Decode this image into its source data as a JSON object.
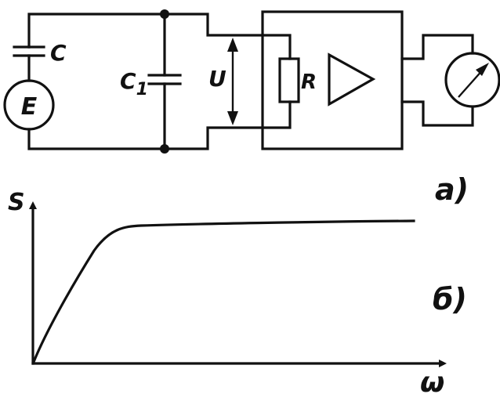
{
  "circuit": {
    "capacitor_C_label": "C",
    "source_label": "E",
    "capacitor_C1_label": "C",
    "capacitor_C1_subscript": "1",
    "voltage_label": "U",
    "resistor_label": "R",
    "part_a_label": "a)"
  },
  "graph": {
    "y_axis_label": "S",
    "x_axis_label": "ω",
    "part_b_label": "б)"
  }
}
